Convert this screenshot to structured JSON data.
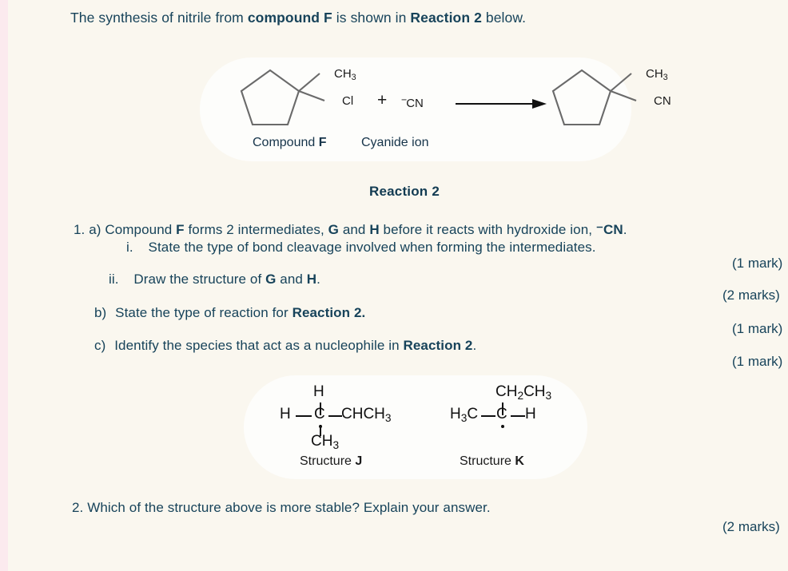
{
  "intro": {
    "part1": "The synthesis of nitrile from ",
    "bold1": "compound F",
    "part2": " is shown in ",
    "bold2": "Reaction 2",
    "part3": " below."
  },
  "reaction": {
    "left_substituent_top": "CH",
    "left_substituent_top_sub": "3",
    "left_substituent_right": "Cl",
    "plus": "+",
    "reagent_charge": "−",
    "reagent": "CN",
    "right_substituent_top": "CH",
    "right_substituent_top_sub": "3",
    "right_substituent_right": "CN",
    "caption_left_text": "Compound ",
    "caption_left_bold": "F",
    "caption_reagent": "Cyanide ion",
    "title": "Reaction 2"
  },
  "questions": [
    {
      "number": "1. a)",
      "segments": [
        {
          "t": "Compound ",
          "b": false
        },
        {
          "t": "F",
          "b": true
        },
        {
          "t": " forms 2 intermediates, ",
          "b": false
        },
        {
          "t": "G",
          "b": true
        },
        {
          "t": " and ",
          "b": false
        },
        {
          "t": "H",
          "b": true
        },
        {
          "t": " before it reacts with hydroxide ion, ",
          "b": false
        },
        {
          "t": "⁻CN",
          "b": true
        },
        {
          "t": ".",
          "b": false
        }
      ]
    },
    {
      "number": "i.",
      "segments": [
        {
          "t": "State the type of bond cleavage involved when forming the intermediates.",
          "b": false
        }
      ]
    },
    {
      "number": "ii.",
      "segments": [
        {
          "t": "Draw the structure of ",
          "b": false
        },
        {
          "t": "G",
          "b": true
        },
        {
          "t": " and ",
          "b": false
        },
        {
          "t": "H",
          "b": true
        },
        {
          "t": ".",
          "b": false
        }
      ]
    },
    {
      "number": "b)",
      "segments": [
        {
          "t": "State the type of reaction for ",
          "b": false
        },
        {
          "t": "Reaction 2.",
          "b": true
        }
      ]
    },
    {
      "number": "c)",
      "segments": [
        {
          "t": "Identify the species that act as a nucleophile in ",
          "b": false
        },
        {
          "t": "Reaction 2",
          "b": true
        },
        {
          "t": ".",
          "b": false
        }
      ]
    },
    {
      "number": "2.",
      "segments": [
        {
          "t": "Which of the structure above is more stable? Explain your answer.",
          "b": false
        }
      ]
    }
  ],
  "marks": {
    "a_i": "(1 mark)",
    "a_ii": "(2 marks)",
    "b": "(1 mark)",
    "c": "(1 mark)",
    "q2": "(2 marks)"
  },
  "structures": {
    "j": {
      "top_h": "H",
      "left_h": "H",
      "center_c": "C",
      "right_group": "CHCH",
      "right_group_sub": "3",
      "bottom_group": "CH",
      "bottom_group_sub": "3",
      "caption_text": "Structure ",
      "caption_label": "J"
    },
    "k": {
      "top_group": "CH",
      "top_group_sub1": "2",
      "top_group_2": "CH",
      "top_group_sub2": "3",
      "left_group": "H",
      "left_group_sub": "3",
      "left_group_2": "C",
      "center_c": "C",
      "right_h": "H",
      "caption_text": "Structure ",
      "caption_label": "K"
    }
  },
  "colors": {
    "page_bg": "#faf7ef",
    "panel_bg": "#fdfdfb",
    "text": "#17435a",
    "chem": "#1a1a1a",
    "left_strip": "#fbeaee"
  }
}
